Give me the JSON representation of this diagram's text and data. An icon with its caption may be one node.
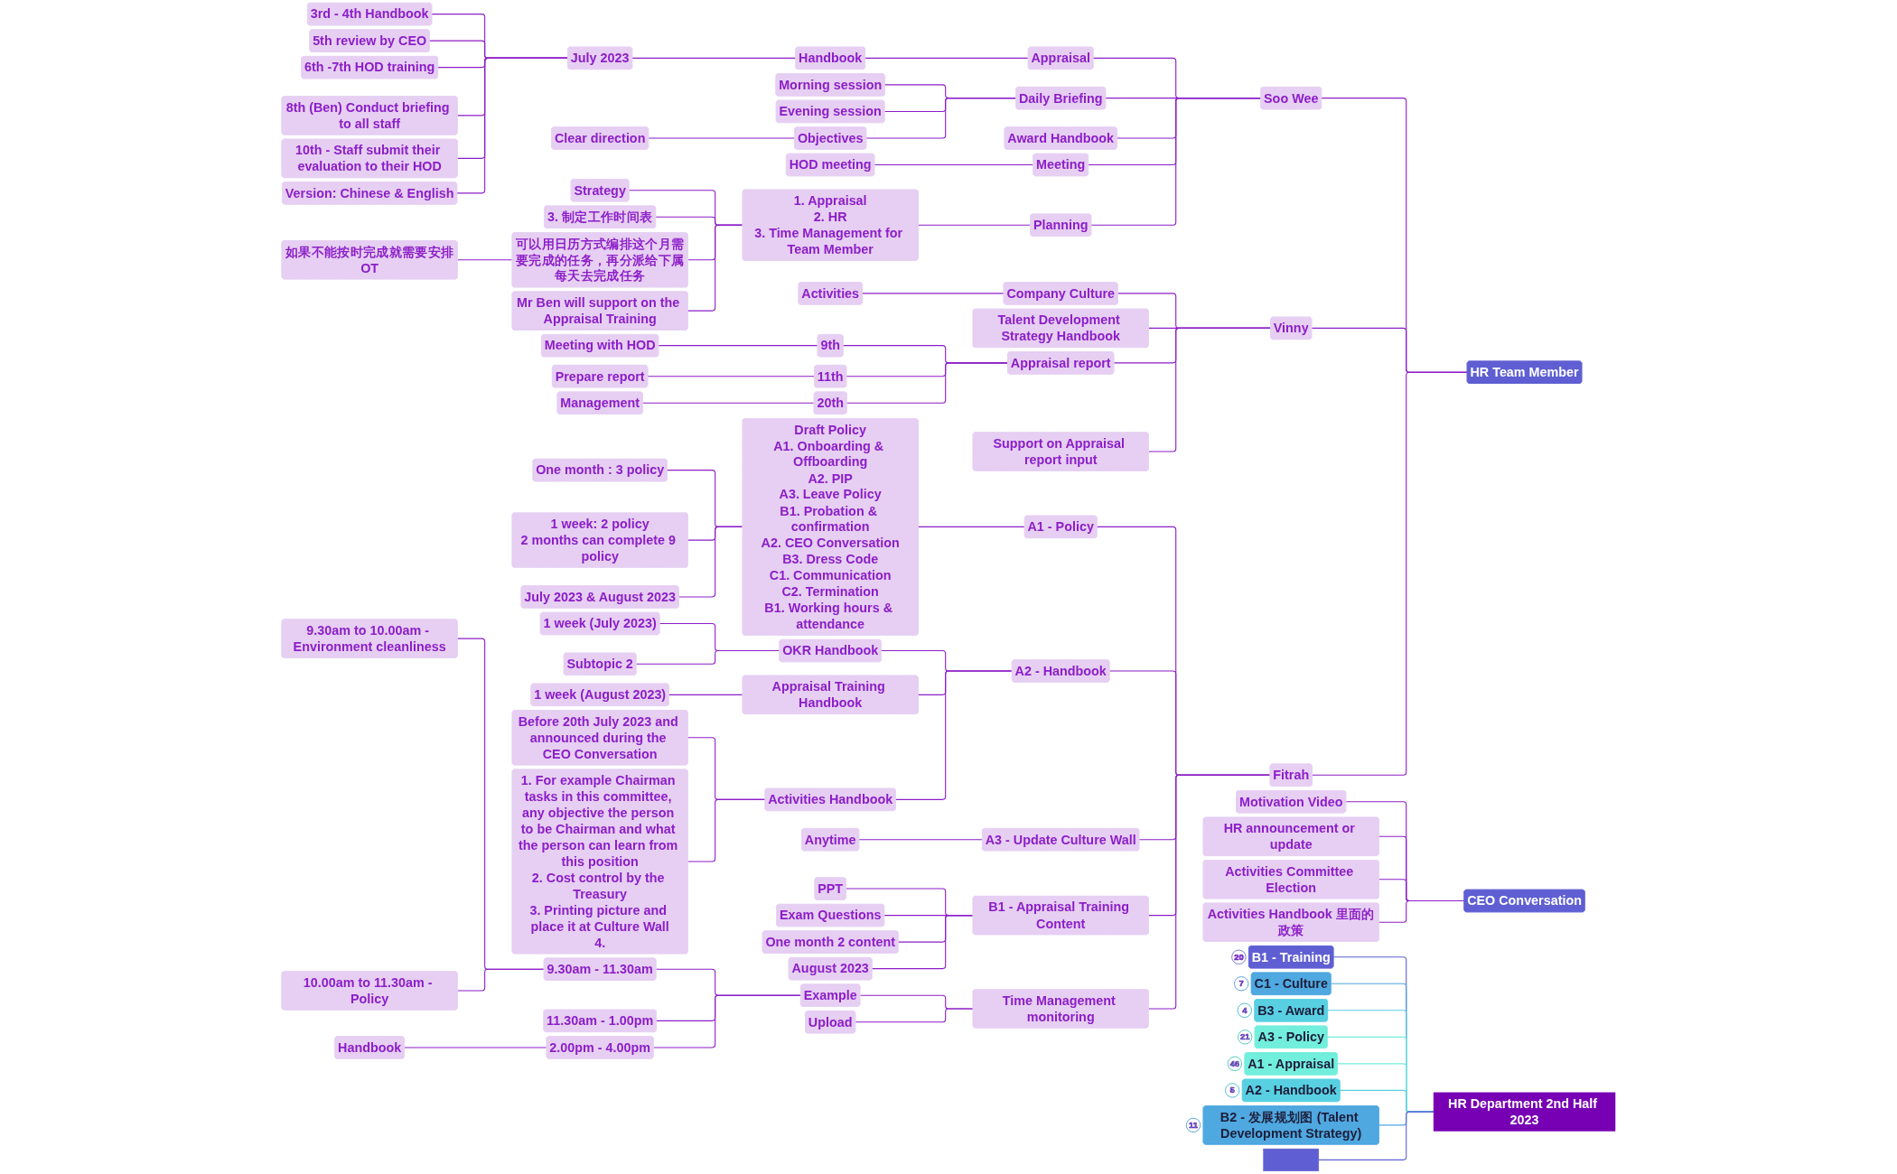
{
  "diagram": {
    "nodes": [
      {
        "text": [
          "HR Team Member"
        ]
      },
      {
        "text": [
          "Soo Wee"
        ]
      },
      {
        "text": [
          "Appraisal"
        ]
      },
      {
        "text": [
          "Handbook"
        ]
      },
      {
        "text": [
          "July 2023"
        ]
      },
      {
        "text": [
          "3rd - 4th Handbook"
        ]
      },
      {
        "text": [
          "5th review by CEO"
        ]
      },
      {
        "text": [
          "6th -7th HOD training"
        ]
      },
      {
        "text": [
          "8th (Ben) Conduct briefing to all staff"
        ]
      },
      {
        "text": [
          "10th - Staff submit their evaluation to their HOD"
        ]
      },
      {
        "text": [
          "Version: Chinese & English"
        ]
      },
      {
        "text": [
          "Daily Briefing"
        ]
      },
      {
        "text": [
          "Morning session"
        ]
      },
      {
        "text": [
          "Evening session"
        ]
      },
      {
        "text": [
          "Objectives"
        ]
      },
      {
        "text": [
          "Clear direction"
        ]
      },
      {
        "text": [
          "Award Handbook"
        ]
      },
      {
        "text": [
          "Meeting"
        ]
      },
      {
        "text": [
          "HOD meeting"
        ]
      },
      {
        "text": [
          "Planning"
        ]
      },
      {
        "text": [
          "1. Appraisal",
          "2. HR",
          "3. Time Management for Team Member"
        ]
      },
      {
        "text": [
          "Strategy"
        ]
      },
      {
        "text": [
          "3. 制定工作时间表"
        ]
      },
      {
        "text": [
          "可以用日历方式编排这个月需要完成的任务，再分派给下属每天去完成任务"
        ]
      },
      {
        "text": [
          "如果不能按时完成就需要安排OT"
        ]
      },
      {
        "text": [
          "Mr Ben will support on the Appraisal Training"
        ]
      },
      {
        "text": [
          "Vinny"
        ]
      },
      {
        "text": [
          "Company Culture"
        ]
      },
      {
        "text": [
          "Activities"
        ]
      },
      {
        "text": [
          "Talent Development Strategy Handbook"
        ]
      },
      {
        "text": [
          "Appraisal report"
        ]
      },
      {
        "text": [
          "9th"
        ]
      },
      {
        "text": [
          "Meeting with HOD"
        ]
      },
      {
        "text": [
          "11th"
        ]
      },
      {
        "text": [
          "Prepare report"
        ]
      },
      {
        "text": [
          "20th"
        ]
      },
      {
        "text": [
          "Management"
        ]
      },
      {
        "text": [
          "Support on Appraisal report input"
        ]
      },
      {
        "text": [
          "Fitrah"
        ]
      },
      {
        "text": [
          "A1 - Policy"
        ]
      },
      {
        "text": [
          "Draft Policy",
          "A1. Onboarding & Offboarding",
          "A2. PIP",
          "A3. Leave Policy",
          "B1. Probation & confirmation",
          "A2. CEO Conversation",
          "B3. Dress Code",
          "C1. Communication",
          "C2. Termination",
          "B1. Working hours & attendance"
        ]
      },
      {
        "text": [
          "One month : 3 policy"
        ]
      },
      {
        "text": [
          "1 week: 2 policy",
          "2 months can complete 9 policy"
        ]
      },
      {
        "text": [
          "July 2023 & August 2023"
        ]
      },
      {
        "text": [
          "A2 - Handbook"
        ]
      },
      {
        "text": [
          "OKR Handbook"
        ]
      },
      {
        "text": [
          "1 week (July 2023)"
        ]
      },
      {
        "text": [
          "Subtopic 2"
        ]
      },
      {
        "text": [
          "Appraisal Training Handbook"
        ]
      },
      {
        "text": [
          "1 week (August 2023)"
        ]
      },
      {
        "text": [
          "Activities Handbook"
        ]
      },
      {
        "text": [
          "Before 20th July 2023 and announced during the CEO Conversation"
        ]
      },
      {
        "text": [
          "1. For example Chairman tasks in this committee, any objective the person to be Chairman and what the person can learn from this position",
          "2. Cost control by the Treasury",
          "3. Printing picture and place it at Culture Wall",
          "4."
        ]
      },
      {
        "text": [
          "A3 - Update Culture Wall"
        ]
      },
      {
        "text": [
          "Anytime"
        ]
      },
      {
        "text": [
          "B1 - Appraisal Training Content"
        ]
      },
      {
        "text": [
          "PPT"
        ]
      },
      {
        "text": [
          "Exam Questions"
        ]
      },
      {
        "text": [
          "One month 2 content"
        ]
      },
      {
        "text": [
          "August 2023"
        ]
      },
      {
        "text": [
          "Time Management monitoring"
        ]
      },
      {
        "text": [
          "Example"
        ]
      },
      {
        "text": [
          "9.30am - 11.30am"
        ]
      },
      {
        "text": [
          "9.30am to 10.00am - Environment cleanliness"
        ]
      },
      {
        "text": [
          "10.00am to 11.30am - Policy"
        ]
      },
      {
        "text": [
          "11.30am - 1.00pm"
        ]
      },
      {
        "text": [
          "2.00pm - 4.00pm"
        ]
      },
      {
        "text": [
          "Handbook"
        ]
      },
      {
        "text": [
          "Upload"
        ]
      },
      {
        "text": [
          "CEO Conversation"
        ]
      },
      {
        "text": [
          "Motivation Video"
        ]
      },
      {
        "text": [
          "HR announcement or update"
        ]
      },
      {
        "text": [
          "Activities Committee Election"
        ]
      },
      {
        "text": [
          "Activities Handbook 里面的政策"
        ]
      },
      {
        "text": [
          "HR Department 2nd Half 2023"
        ]
      },
      {
        "text": [
          "B1 - Training"
        ],
        "beside": [
          "20"
        ]
      },
      {
        "text": [
          "C1 - Culture"
        ],
        "beside": [
          "7"
        ]
      },
      {
        "text": [
          "B3 - Award"
        ],
        "beside": [
          "4"
        ]
      },
      {
        "text": [
          "A3 - Policy"
        ],
        "beside": [
          "21"
        ]
      },
      {
        "text": [
          "A1 - Appraisal"
        ],
        "beside": [
          "46"
        ]
      },
      {
        "text": [
          "A2 - Handbook"
        ],
        "beside": [
          "5"
        ]
      },
      {
        "text": [
          "B2 - 发展规划图 (Talent Development Strategy)"
        ],
        "beside": [
          "11"
        ]
      },
      {
        "text": [],
        "shape": "box"
      }
    ],
    "edges": [
      {
        "from": 0,
        "to": 1,
        "arrow": "none"
      },
      {
        "from": 1,
        "to": 2,
        "arrow": "none"
      },
      {
        "from": 2,
        "to": 3,
        "arrow": "none"
      },
      {
        "from": 3,
        "to": 4,
        "arrow": "none"
      },
      {
        "from": 4,
        "to": 5,
        "arrow": "none"
      },
      {
        "from": 4,
        "to": 6,
        "arrow": "none"
      },
      {
        "from": 4,
        "to": 7,
        "arrow": "none"
      },
      {
        "from": 4,
        "to": 8,
        "arrow": "none"
      },
      {
        "from": 4,
        "to": 9,
        "arrow": "none"
      },
      {
        "from": 4,
        "to": 10,
        "arrow": "none"
      },
      {
        "from": 1,
        "to": 11,
        "arrow": "none"
      },
      {
        "from": 11,
        "to": 12,
        "arrow": "none"
      },
      {
        "from": 11,
        "to": 13,
        "arrow": "none"
      },
      {
        "from": 11,
        "to": 14,
        "arrow": "none"
      },
      {
        "from": 14,
        "to": 15,
        "arrow": "none"
      },
      {
        "from": 1,
        "to": 16,
        "arrow": "none"
      },
      {
        "from": 1,
        "to": 17,
        "arrow": "none"
      },
      {
        "from": 17,
        "to": 18,
        "arrow": "none"
      },
      {
        "from": 1,
        "to": 19,
        "arrow": "none"
      },
      {
        "from": 19,
        "to": 20,
        "arrow": "none"
      },
      {
        "from": 20,
        "to": 21,
        "arrow": "none"
      },
      {
        "from": 20,
        "to": 22,
        "arrow": "none"
      },
      {
        "from": 20,
        "to": 23,
        "arrow": "none"
      },
      {
        "from": 23,
        "to": 24,
        "arrow": "none"
      },
      {
        "from": 20,
        "to": 25,
        "arrow": "none"
      },
      {
        "from": 0,
        "to": 26,
        "arrow": "none"
      },
      {
        "from": 26,
        "to": 27,
        "arrow": "none"
      },
      {
        "from": 27,
        "to": 28,
        "arrow": "none"
      },
      {
        "from": 26,
        "to": 29,
        "arrow": "none"
      },
      {
        "from": 26,
        "to": 30,
        "arrow": "none"
      },
      {
        "from": 30,
        "to": 31,
        "arrow": "none"
      },
      {
        "from": 31,
        "to": 32,
        "arrow": "none"
      },
      {
        "from": 30,
        "to": 33,
        "arrow": "none"
      },
      {
        "from": 33,
        "to": 34,
        "arrow": "none"
      },
      {
        "from": 30,
        "to": 35,
        "arrow": "none"
      },
      {
        "from": 35,
        "to": 36,
        "arrow": "none"
      },
      {
        "from": 26,
        "to": 37,
        "arrow": "none"
      },
      {
        "from": 0,
        "to": 38,
        "arrow": "none"
      },
      {
        "from": 38,
        "to": 39,
        "arrow": "none"
      },
      {
        "from": 39,
        "to": 40,
        "arrow": "none"
      },
      {
        "from": 40,
        "to": 41,
        "arrow": "none"
      },
      {
        "from": 40,
        "to": 42,
        "arrow": "none"
      },
      {
        "from": 40,
        "to": 43,
        "arrow": "none"
      },
      {
        "from": 38,
        "to": 44,
        "arrow": "none"
      },
      {
        "from": 44,
        "to": 45,
        "arrow": "none"
      },
      {
        "from": 45,
        "to": 46,
        "arrow": "none"
      },
      {
        "from": 45,
        "to": 47,
        "arrow": "none"
      },
      {
        "from": 44,
        "to": 48,
        "arrow": "none"
      },
      {
        "from": 48,
        "to": 49,
        "arrow": "none"
      },
      {
        "from": 44,
        "to": 50,
        "arrow": "none"
      },
      {
        "from": 50,
        "to": 51,
        "arrow": "none"
      },
      {
        "from": 50,
        "to": 52,
        "arrow": "none"
      },
      {
        "from": 38,
        "to": 53,
        "arrow": "none"
      },
      {
        "from": 53,
        "to": 54,
        "arrow": "none"
      },
      {
        "from": 38,
        "to": 55,
        "arrow": "none"
      },
      {
        "from": 55,
        "to": 56,
        "arrow": "none"
      },
      {
        "from": 55,
        "to": 57,
        "arrow": "none"
      },
      {
        "from": 55,
        "to": 58,
        "arrow": "none"
      },
      {
        "from": 55,
        "to": 59,
        "arrow": "none"
      },
      {
        "from": 38,
        "to": 60,
        "arrow": "none"
      },
      {
        "from": 60,
        "to": 61,
        "arrow": "none"
      },
      {
        "from": 61,
        "to": 62,
        "arrow": "none"
      },
      {
        "from": 62,
        "to": 63,
        "arrow": "none"
      },
      {
        "from": 62,
        "to": 64,
        "arrow": "none"
      },
      {
        "from": 61,
        "to": 65,
        "arrow": "none"
      },
      {
        "from": 61,
        "to": 66,
        "arrow": "none"
      },
      {
        "from": 66,
        "to": 67,
        "arrow": "none"
      },
      {
        "from": 60,
        "to": 68,
        "arrow": "none"
      },
      {
        "from": 69,
        "to": 70,
        "arrow": "none"
      },
      {
        "from": 69,
        "to": 71,
        "arrow": "none"
      },
      {
        "from": 69,
        "to": 72,
        "arrow": "none"
      },
      {
        "from": 69,
        "to": 73,
        "arrow": "none"
      },
      {
        "from": 74,
        "to": 75,
        "arrow": "none",
        "color": "#5f5fd3"
      },
      {
        "from": 74,
        "to": 76,
        "arrow": "none",
        "color": "#4fa8e0"
      },
      {
        "from": 74,
        "to": 77,
        "arrow": "none",
        "color": "#58d0e2"
      },
      {
        "from": 74,
        "to": 78,
        "arrow": "none",
        "color": "#72eedc"
      },
      {
        "from": 74,
        "to": 79,
        "arrow": "none",
        "color": "#72eedc"
      },
      {
        "from": 74,
        "to": 80,
        "arrow": "none",
        "color": "#58d0e2"
      },
      {
        "from": 74,
        "to": 81,
        "arrow": "none",
        "color": "#4fa8e0"
      },
      {
        "from": 74,
        "to": 82,
        "arrow": "none",
        "color": "#5f5fd3"
      }
    ]
  }
}
